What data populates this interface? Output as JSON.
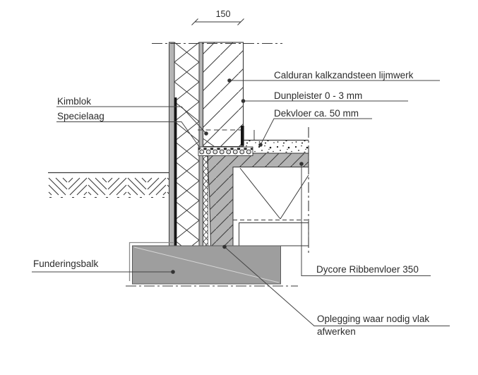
{
  "drawing": {
    "type": "construction-detail-section",
    "dimension_top": "150",
    "labels": {
      "calduran": "Calduran kalkzandsteen lijmwerk",
      "dunpleister": "Dunpleister 0 - 3 mm",
      "dekvloer": "Dekvloer ca. 50 mm",
      "kimblok": "Kimblok",
      "specielaag": "Specielaag",
      "funderingsbalk": "Funderingsbalk",
      "dycore": "Dycore Ribbenvloer 350",
      "oplegging_line1": "Oplegging waar nodig vlak",
      "oplegging_line2": "afwerken"
    },
    "colors": {
      "line": "#3a3a3a",
      "text": "#2b2b2b",
      "concrete_gray": "#b3b3b3",
      "foundation_beam_gray": "#9e9e9e",
      "background": "#ffffff"
    }
  }
}
